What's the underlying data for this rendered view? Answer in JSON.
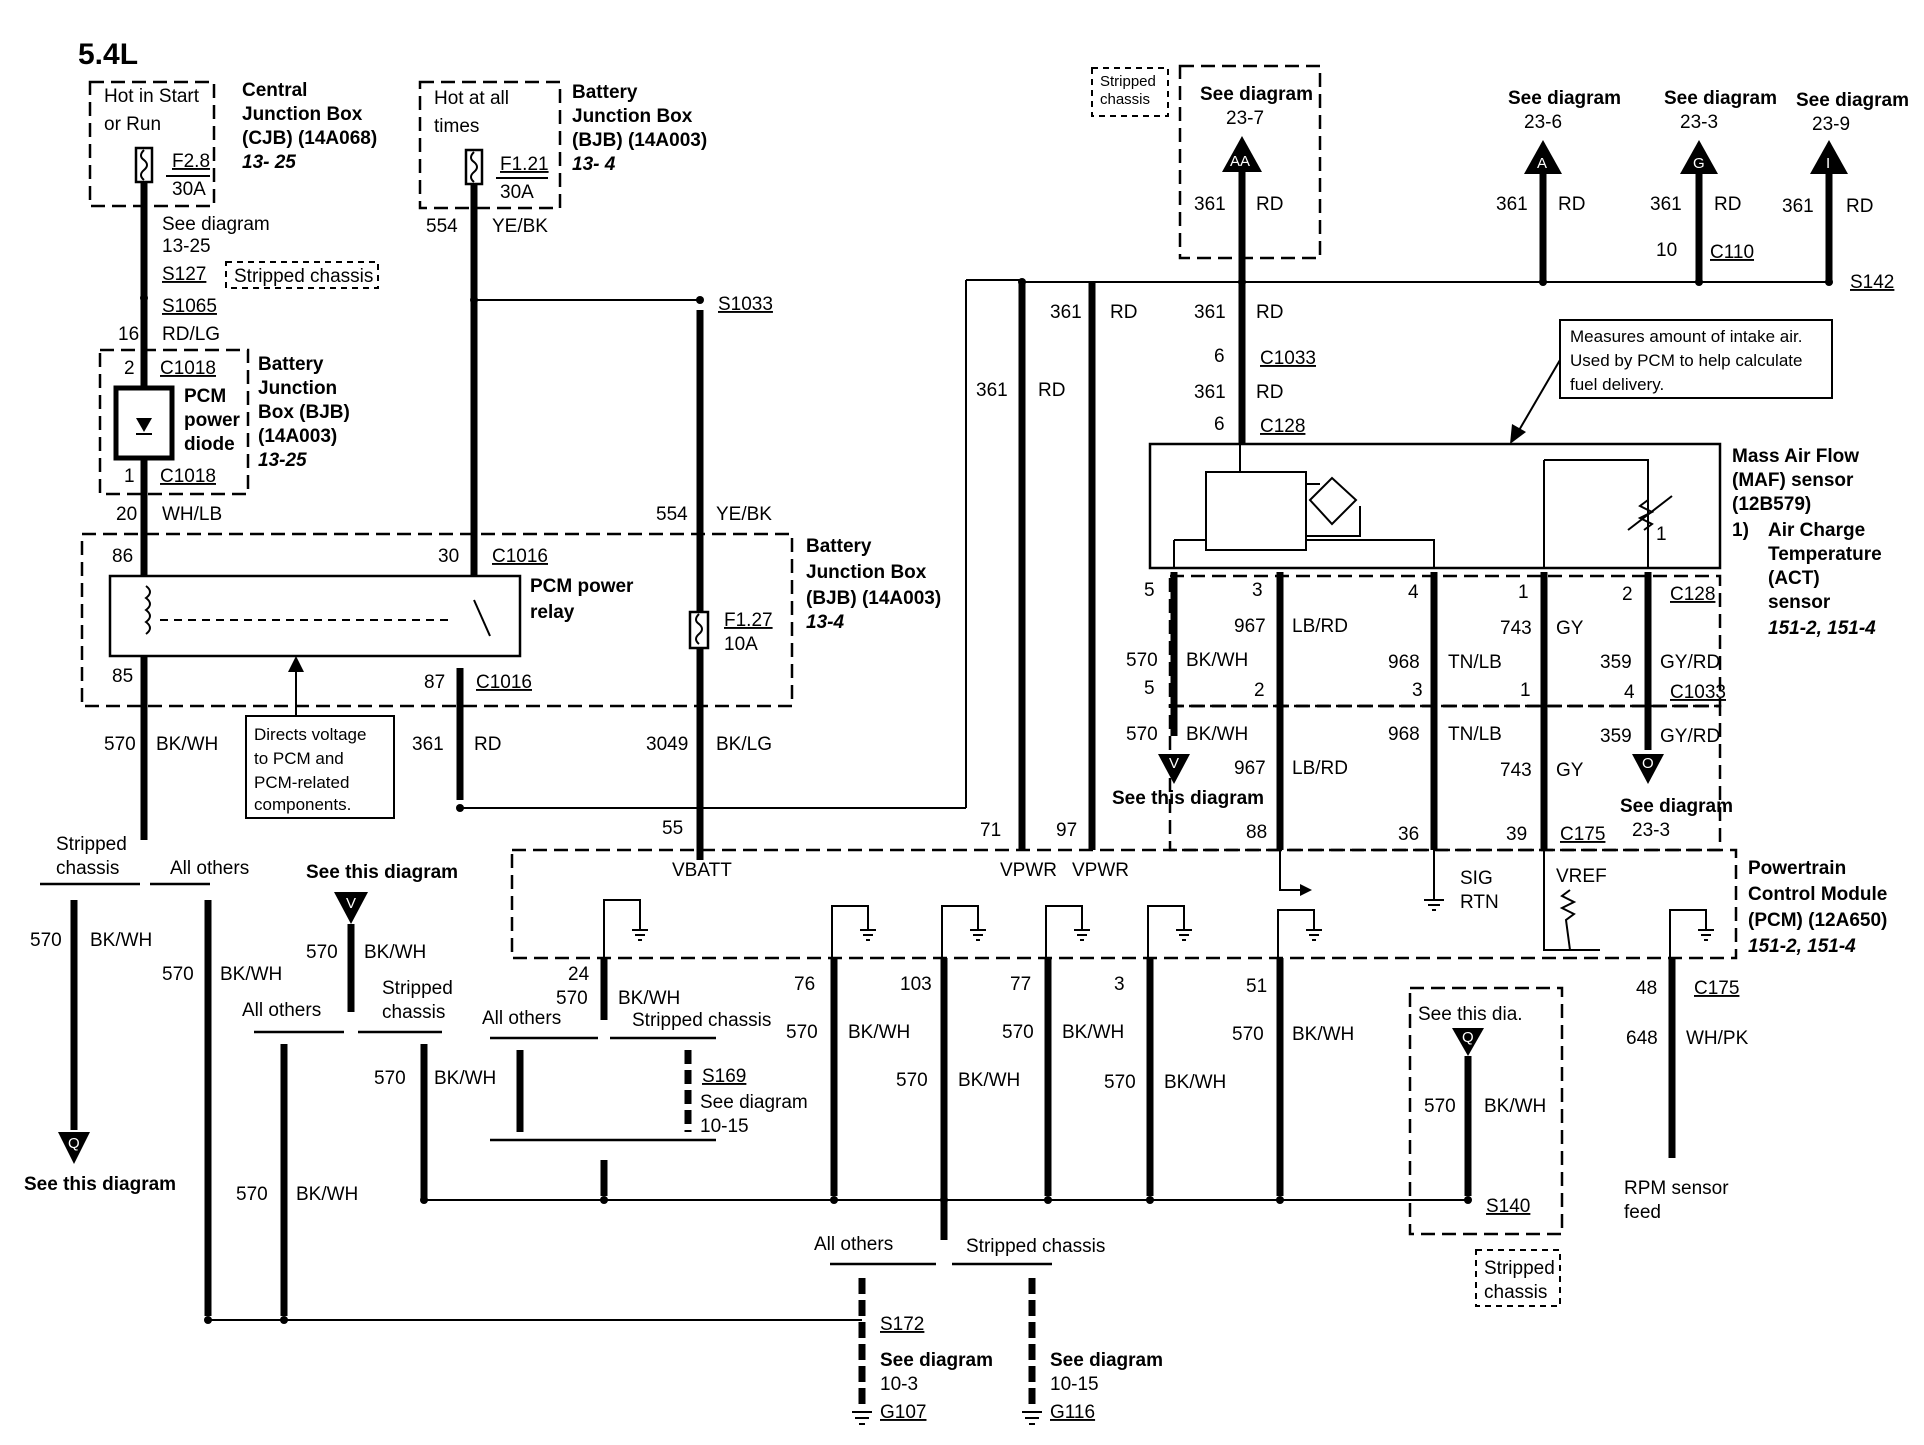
{
  "title": "5.4L",
  "boxes": {
    "cjb_hot": [
      "Hot in Start",
      "or Run"
    ],
    "cjb_fuse": [
      "F2.8",
      "30A"
    ],
    "cjb_name": [
      "Central",
      "Junction Box",
      "(CJB) (14A068)"
    ],
    "cjb_ref": "13- 25",
    "bjb_hot": [
      "Hot at all",
      "times"
    ],
    "bjb_fuse": [
      "F1.21",
      "30A"
    ],
    "bjb_name": [
      "Battery",
      "Junction Box",
      "(BJB) (14A003)"
    ],
    "bjb_ref": "13- 4",
    "diode_name": [
      "PCM",
      "power",
      "diode"
    ],
    "diode_box": [
      "Battery",
      "Junction",
      "Box (BJB)",
      "(14A003)"
    ],
    "diode_ref": "13-25",
    "relay_name": [
      "PCM power",
      "relay"
    ],
    "relay_box": [
      "Battery",
      "Junction Box",
      "(BJB) (14A003)"
    ],
    "relay_ref": "13-4",
    "relay_fuse": [
      "F1.27",
      "10A"
    ],
    "relay_note": [
      "Directs voltage",
      "to PCM and",
      "PCM-related",
      "components."
    ],
    "maf_note": [
      "Measures amount of intake air.",
      "Used by PCM to help calculate",
      "fuel delivery."
    ],
    "maf_name": [
      "Mass Air Flow",
      "(MAF) sensor",
      "(12B579)"
    ],
    "act_num": "1)",
    "act_name": [
      "Air Charge",
      "Temperature",
      "(ACT)",
      "sensor"
    ],
    "act_ref": "151-2, 151-4",
    "act_mark": "1",
    "pcm_name": [
      "Powertrain",
      "Control Module",
      "(PCM) (12A650)"
    ],
    "pcm_ref": "151-2, 151-4",
    "stripped_box_top": [
      "Stripped",
      "chassis"
    ],
    "stripped_box_bottom": [
      "Stripped",
      "chassis"
    ]
  },
  "labels": {
    "see_13_25": [
      "See diagram",
      "13-25"
    ],
    "s127": "S127",
    "stripped_chassis": "Stripped chassis",
    "s1065": "S1065",
    "w16": "16",
    "rdlg": "RD/LG",
    "c1018": "C1018",
    "pin2": "2",
    "pin1": "1",
    "w20": "20",
    "whlb": "WH/LB",
    "p86": "86",
    "p85": "85",
    "p30": "30",
    "p87": "87",
    "c1016": "C1016",
    "w554": "554",
    "yebk": "YE/BK",
    "s1033": "S1033",
    "w570": "570",
    "bkwh": "BK/WH",
    "w361": "361",
    "rd": "RD",
    "w3049": "3049",
    "bklg": "BK/LG",
    "stripped": "Stripped",
    "chassis": "chassis",
    "all_others": "All others",
    "see_this_diagram": "See this diagram",
    "see_diagram": "See diagram",
    "see_23_7": "23-7",
    "see_23_6": "23-6",
    "see_23_3": "23-3",
    "see_23_9": "23-9",
    "conn_aa": "AA",
    "conn_a": "A",
    "conn_g": "G",
    "conn_i": "I",
    "conn_v": "V",
    "conn_q": "Q",
    "conn_o": "O",
    "w10": "10",
    "c110": "C110",
    "s142": "S142",
    "c1033": "C1033",
    "c128": "C128",
    "p6": "6",
    "p5": "5",
    "p3": "3",
    "p4": "4",
    "p2": "2",
    "w967": "967",
    "lbrd": "LB/RD",
    "w968": "968",
    "tnlb": "TN/LB",
    "w743": "743",
    "gy": "GY",
    "w359": "359",
    "gyrd": "GY/RD",
    "c175": "C175",
    "p55": "55",
    "p71": "71",
    "p97": "97",
    "p88": "88",
    "p36": "36",
    "p39": "39",
    "vbatt": "VBATT",
    "vpwr": "VPWR",
    "sig": "SIG",
    "rtn": "RTN",
    "vref": "VREF",
    "p24": "24",
    "p76": "76",
    "p103": "103",
    "p77": "77",
    "p51": "51",
    "p48": "48",
    "s169": "S169",
    "see_10_15": "10-15",
    "see_this_dia": "See this dia.",
    "s140": "S140",
    "w648": "648",
    "whpk": "WH/PK",
    "rpm": [
      "RPM sensor",
      "feed"
    ],
    "s172": "S172",
    "see_10_3": "10-3",
    "g107": "G107",
    "g116": "G116"
  }
}
